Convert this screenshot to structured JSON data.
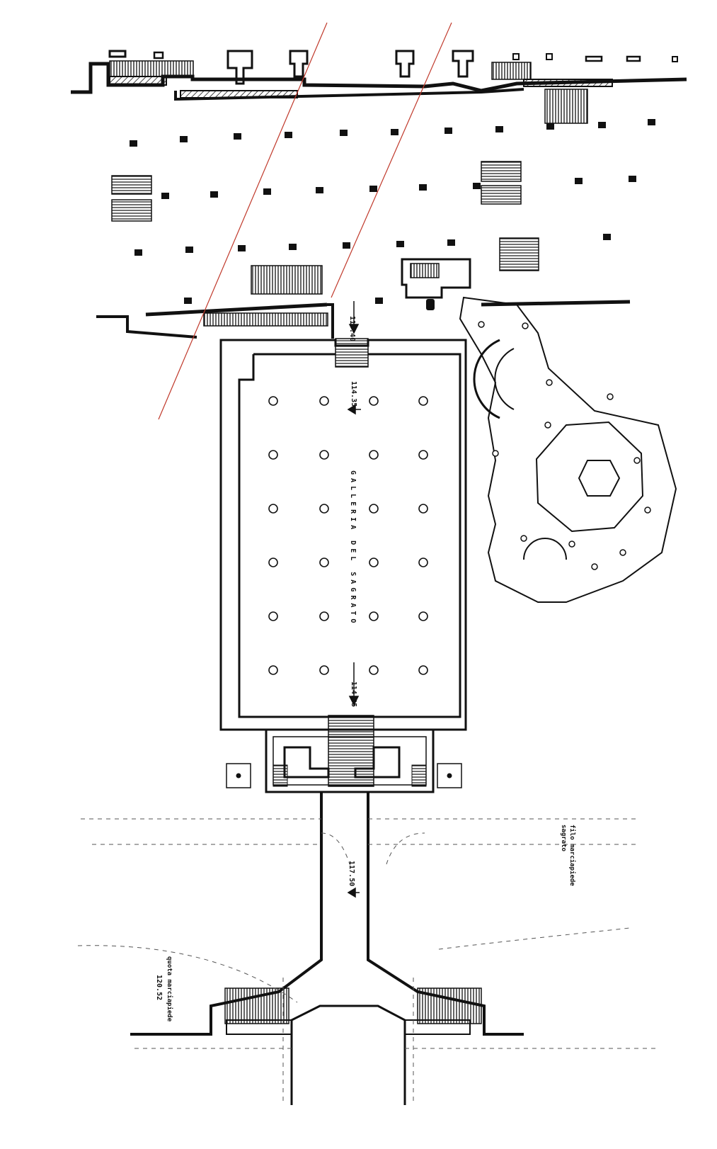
{
  "plan": {
    "gallery_name": "GALLERIA DEL SAGRATO",
    "elevations": {
      "top_stair": "118.40",
      "upper_floor": "114.35",
      "lower_floor": "114.35",
      "corridor": "117.50",
      "sidewalk": "120.52"
    },
    "notes": {
      "sidewalk_line_left": "quota marciapiede",
      "sagrato_line_right_1": "filo marciapiede",
      "sagrato_line_right_2": "sagrato"
    },
    "colors": {
      "ink": "#111111",
      "section_line": "#c0392b",
      "paper": "#ffffff"
    }
  }
}
